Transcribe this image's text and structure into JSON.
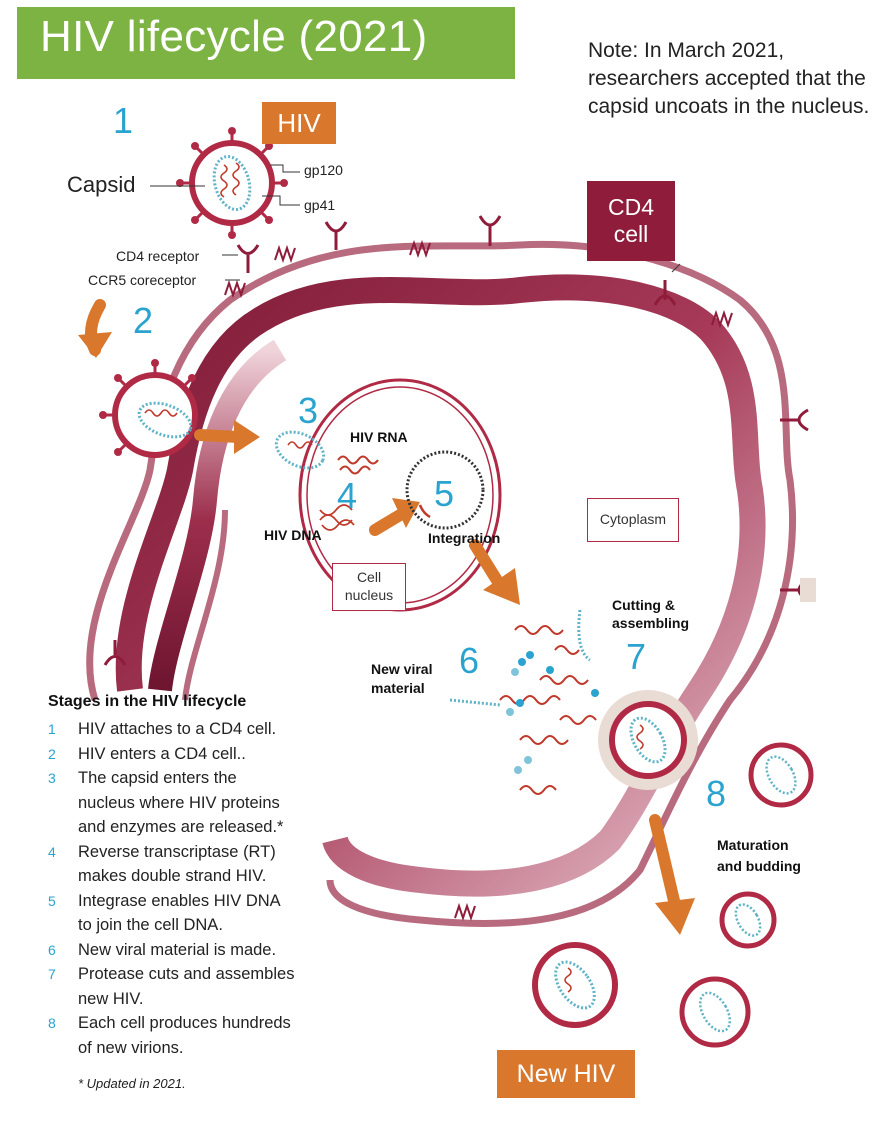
{
  "title": "HIV lifecycle (2021)",
  "note": "Note: In March 2021, researchers accepted that the capsid uncoats in the nucleus.",
  "tags": {
    "hiv": "HIV",
    "cd4_line1": "CD4",
    "cd4_line2": "cell",
    "new_hiv": "New HIV"
  },
  "labels": {
    "capsid": "Capsid",
    "gp120": "gp120",
    "gp41": "gp41",
    "cd4_receptor": "CD4 receptor",
    "ccr5": "CCR5 coreceptor",
    "hiv_rna": "HIV RNA",
    "hiv_dna": "HIV DNA",
    "integration": "Integration",
    "cell_nucleus_1": "Cell",
    "cell_nucleus_2": "nucleus",
    "cytoplasm": "Cytoplasm",
    "cutting_1": "Cutting &",
    "cutting_2": "assembling",
    "new_viral_1": "New viral",
    "new_viral_2": "material",
    "maturation_1": "Maturation",
    "maturation_2": "and budding"
  },
  "step_numbers": [
    "1",
    "2",
    "3",
    "4",
    "5",
    "6",
    "7",
    "8"
  ],
  "stages": {
    "title": "Stages in the HIV lifecycle",
    "items": [
      {
        "n": "1",
        "lines": [
          "HIV attaches to a CD4 cell."
        ]
      },
      {
        "n": "2",
        "lines": [
          "HIV enters a CD4 cell.."
        ]
      },
      {
        "n": "3",
        "lines": [
          "The capsid enters the",
          "nucleus where HIV proteins",
          "and enzymes are released.*"
        ]
      },
      {
        "n": "4",
        "lines": [
          "Reverse transcriptase (RT)",
          "makes double strand HIV."
        ]
      },
      {
        "n": "5",
        "lines": [
          "Integrase enables HIV DNA",
          "to join the cell DNA."
        ]
      },
      {
        "n": "6",
        "lines": [
          "New viral material is made."
        ]
      },
      {
        "n": "7",
        "lines": [
          "Protease cuts and assembles",
          "new HIV."
        ]
      },
      {
        "n": "8",
        "lines": [
          "Each cell produces hundreds",
          "of new virions."
        ]
      }
    ]
  },
  "footnote": "* Updated in 2021.",
  "colors": {
    "title_green": "#7cb342",
    "orange": "#d9782d",
    "maroon": "#8e1c3a",
    "virus_red": "#b02a45",
    "capsid_teal": "#5fb3c8",
    "number_blue": "#2aa3cf"
  }
}
